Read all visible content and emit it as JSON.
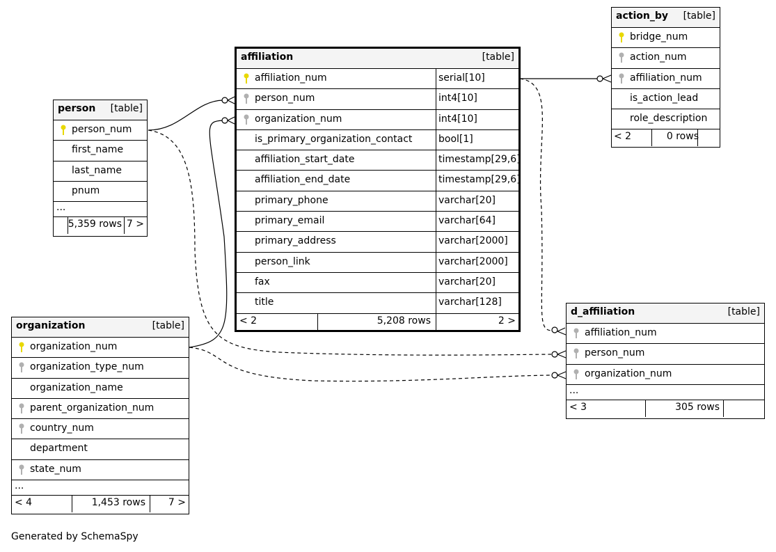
{
  "credit": "Generated by SchemaSpy",
  "icons": {
    "primary_key": "key-gold-icon",
    "foreign_key": "key-gray-icon",
    "primary_color": "#e8d800",
    "foreign_color": "#b0b0b0"
  },
  "tables": {
    "affiliation": {
      "name": "affiliation",
      "type": "[table]",
      "columns": [
        {
          "name": "affiliation_num",
          "type": "serial[10]",
          "key": "pk"
        },
        {
          "name": "person_num",
          "type": "int4[10]",
          "key": "fk"
        },
        {
          "name": "organization_num",
          "type": "int4[10]",
          "key": "fk"
        },
        {
          "name": "is_primary_organization_contact",
          "type": "bool[1]",
          "key": ""
        },
        {
          "name": "affiliation_start_date",
          "type": "timestamp[29,6]",
          "key": ""
        },
        {
          "name": "affiliation_end_date",
          "type": "timestamp[29,6]",
          "key": ""
        },
        {
          "name": "primary_phone",
          "type": "varchar[20]",
          "key": ""
        },
        {
          "name": "primary_email",
          "type": "varchar[64]",
          "key": ""
        },
        {
          "name": "primary_address",
          "type": "varchar[2000]",
          "key": ""
        },
        {
          "name": "person_link",
          "type": "varchar[2000]",
          "key": ""
        },
        {
          "name": "fax",
          "type": "varchar[20]",
          "key": ""
        },
        {
          "name": "title",
          "type": "varchar[128]",
          "key": ""
        }
      ],
      "footer": {
        "parents": "< 2",
        "rows": "5,208 rows",
        "children": "2 >"
      }
    },
    "action_by": {
      "name": "action_by",
      "type": "[table]",
      "columns": [
        {
          "name": "bridge_num",
          "key": "pk"
        },
        {
          "name": "action_num",
          "key": "fk"
        },
        {
          "name": "affiliation_num",
          "key": "fk"
        },
        {
          "name": "is_action_lead",
          "key": ""
        },
        {
          "name": "role_description",
          "key": ""
        }
      ],
      "footer": {
        "parents": "< 2",
        "rows": "0 rows",
        "children": ""
      }
    },
    "person": {
      "name": "person",
      "type": "[table]",
      "columns": [
        {
          "name": "person_num",
          "key": "pk"
        },
        {
          "name": "first_name",
          "key": ""
        },
        {
          "name": "last_name",
          "key": ""
        },
        {
          "name": "pnum",
          "key": ""
        }
      ],
      "ellipsis": "...",
      "footer": {
        "parents": "",
        "rows": "5,359 rows",
        "children": "7 >"
      }
    },
    "organization": {
      "name": "organization",
      "type": "[table]",
      "columns": [
        {
          "name": "organization_num",
          "key": "pk"
        },
        {
          "name": "organization_type_num",
          "key": "fk"
        },
        {
          "name": "organization_name",
          "key": ""
        },
        {
          "name": "parent_organization_num",
          "key": "fk"
        },
        {
          "name": "country_num",
          "key": "fk"
        },
        {
          "name": "department",
          "key": ""
        },
        {
          "name": "state_num",
          "key": "fk"
        }
      ],
      "ellipsis": "...",
      "footer": {
        "parents": "< 4",
        "rows": "1,453 rows",
        "children": "7 >"
      }
    },
    "d_affiliation": {
      "name": "d_affiliation",
      "type": "[table]",
      "columns": [
        {
          "name": "affiliation_num",
          "key": "fk"
        },
        {
          "name": "person_num",
          "key": "fk"
        },
        {
          "name": "organization_num",
          "key": "fk"
        }
      ],
      "ellipsis": "...",
      "footer": {
        "parents": "< 3",
        "rows": "305 rows",
        "children": ""
      }
    }
  },
  "relationships": [
    {
      "from": "person.person_num",
      "to": "affiliation.person_num",
      "style": "solid"
    },
    {
      "from": "organization.organization_num",
      "to": "affiliation.organization_num",
      "style": "solid"
    },
    {
      "from": "affiliation.affiliation_num",
      "to": "action_by.affiliation_num",
      "style": "solid"
    },
    {
      "from": "affiliation.affiliation_num",
      "to": "d_affiliation.affiliation_num",
      "style": "dashed"
    },
    {
      "from": "person.person_num",
      "to": "d_affiliation.person_num",
      "style": "dashed"
    },
    {
      "from": "organization.organization_num",
      "to": "d_affiliation.organization_num",
      "style": "dashed"
    }
  ]
}
